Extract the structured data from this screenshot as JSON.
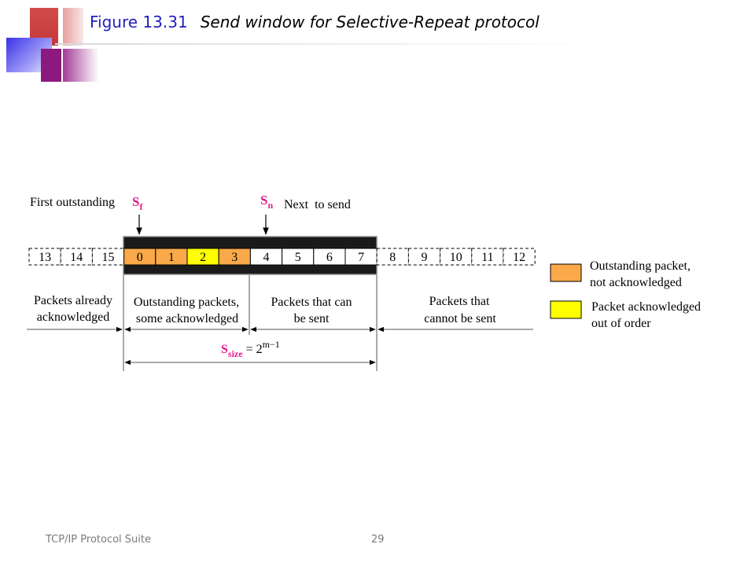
{
  "slide": {
    "figure_number": "Figure 13.31",
    "caption": "Send window for Selective-Repeat protocol",
    "footer_left": "TCP/IP Protocol Suite",
    "page_number": "29"
  },
  "diagram": {
    "packets": [
      "13",
      "14",
      "15",
      "0",
      "1",
      "2",
      "3",
      "4",
      "5",
      "6",
      "7",
      "8",
      "9",
      "10",
      "11",
      "12"
    ],
    "packet_states": [
      "acked",
      "acked",
      "acked",
      "outstanding",
      "outstanding",
      "acked-out-of-order",
      "outstanding",
      "can-send",
      "can-send",
      "can-send",
      "can-send",
      "cannot-send",
      "cannot-send",
      "cannot-send",
      "cannot-send",
      "cannot-send"
    ],
    "sf": {
      "label": "S",
      "sub": "f",
      "description": "First outstanding"
    },
    "sn": {
      "label": "S",
      "sub": "n",
      "description": "Next  to send"
    },
    "regions": {
      "acked": [
        "Packets already",
        "acknowledged"
      ],
      "outstanding": [
        "Outstanding packets,",
        "some acknowledged"
      ],
      "can_send": [
        "Packets that can",
        "be sent"
      ],
      "cannot_send": [
        "Packets that",
        "cannot be sent"
      ]
    },
    "ssize": {
      "label": "S",
      "sub": "size",
      "eq": " = 2",
      "sup": "m−1"
    },
    "legend": [
      {
        "color": "#f9a94a",
        "lines": [
          "Outstanding packet,",
          "not acknowledged"
        ]
      },
      {
        "color": "#ffff00",
        "lines": [
          "Packet acknowledged",
          "out of order"
        ]
      }
    ],
    "colors": {
      "outstanding": "#f9a94a",
      "acked_out_of_order": "#ffff00",
      "window_frame": "#1a1a1a",
      "pointer_label": "#e8198b"
    }
  }
}
